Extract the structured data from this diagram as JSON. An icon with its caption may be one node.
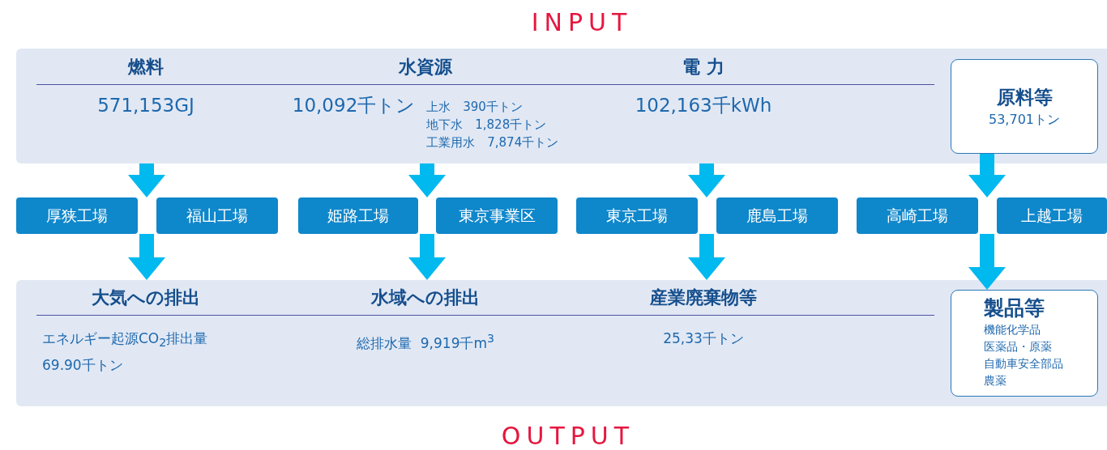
{
  "diagram": {
    "nodes": [
      {
        "text": [
          "INPUT"
        ]
      },
      {
        "text": [
          "燃料",
          "571,153GJ"
        ],
        "in": 0
      },
      {
        "text": [
          "水資源",
          "10,092千トン",
          "上水　390千トン",
          "地下水　1,828千トン",
          "工業用水　7,874千トン"
        ],
        "in": 0
      },
      {
        "text": [
          "電 力",
          "102,163千kWh"
        ],
        "in": 0
      },
      {
        "text": [
          "原料等",
          "53,701トン"
        ],
        "in": 0
      },
      {
        "text": [
          "厚狭工場"
        ]
      },
      {
        "text": [
          "福山工場"
        ]
      },
      {
        "text": [
          "姫路工場"
        ]
      },
      {
        "text": [
          "東京事業区"
        ]
      },
      {
        "text": [
          "東京工場"
        ]
      },
      {
        "text": [
          "鹿島工場"
        ]
      },
      {
        "text": [
          "高崎工場"
        ]
      },
      {
        "text": [
          "上越工場"
        ]
      },
      {
        "text": [
          "OUTPUT"
        ]
      },
      {
        "text": [
          "大気への排出",
          "エネルギー起源CO$_{2}$排出量 69.90千トン"
        ],
        "in": 13
      },
      {
        "text": [
          "水域への排出",
          "総排水量  9,919千m$^{3}$"
        ],
        "in": 13
      },
      {
        "text": [
          "産業廃棄物等",
          "25,33千トン"
        ],
        "in": 13
      },
      {
        "text": [
          "製品等",
          "機能化学品",
          "医薬品・原薬",
          "自動車安全部品",
          "農薬"
        ],
        "in": 13
      }
    ],
    "edges": [
      {
        "from": 0,
        "to": 5,
        "arrow": "to"
      },
      {
        "from": 0,
        "to": 6,
        "arrow": "to"
      },
      {
        "from": 0,
        "to": 7,
        "arrow": "to"
      },
      {
        "from": 0,
        "to": 8,
        "arrow": "to"
      },
      {
        "from": 0,
        "to": 9,
        "arrow": "to"
      },
      {
        "from": 0,
        "to": 10,
        "arrow": "to"
      },
      {
        "from": 4,
        "to": 11,
        "arrow": "to"
      },
      {
        "from": 4,
        "to": 12,
        "arrow": "to"
      },
      {
        "from": 5,
        "to": 13,
        "arrow": "to"
      },
      {
        "from": 6,
        "to": 13,
        "arrow": "to"
      },
      {
        "from": 7,
        "to": 13,
        "arrow": "to"
      },
      {
        "from": 8,
        "to": 13,
        "arrow": "to"
      },
      {
        "from": 9,
        "to": 13,
        "arrow": "to"
      },
      {
        "from": 10,
        "to": 13,
        "arrow": "to"
      },
      {
        "from": 11,
        "to": 17,
        "arrow": "to"
      },
      {
        "from": 12,
        "to": 17,
        "arrow": "to"
      }
    ]
  }
}
